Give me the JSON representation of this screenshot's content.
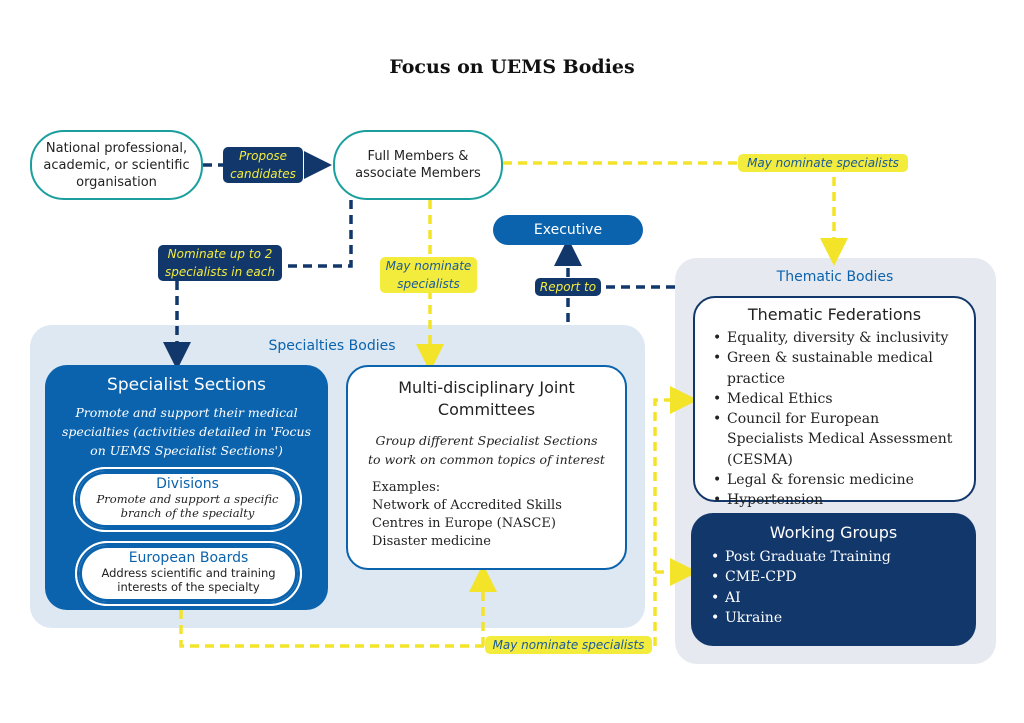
{
  "title": "Focus on UEMS Bodies",
  "colors": {
    "teal": "#1a9e9e",
    "navy": "#12376b",
    "blue": "#0b63ad",
    "yellow": "#f3ec3c",
    "specialties_bg": "#dde8f3",
    "thematic_bg": "#e6e9ef"
  },
  "national": "National professional, academic, or scientific organisation",
  "members": "Full Members & associate Members",
  "executive": "Executive",
  "labels": {
    "propose": "Propose candidates",
    "nominate_up_to": "Nominate up to 2 specialists in each",
    "may_nominate_mid": "May nominate specialists",
    "may_nominate_right": "May nominate specialists",
    "report_to": "Report to",
    "may_nominate_bottom": "May nominate specialists"
  },
  "specialties": {
    "title": "Specialties Bodies",
    "sections": {
      "title": "Specialist Sections",
      "desc": "Promote and support their medical specialties (activities detailed in 'Focus on UEMS Specialist Sections')",
      "divisions": {
        "title": "Divisions",
        "desc": "Promote and support a specific branch of the specialty"
      },
      "boards": {
        "title": "European Boards",
        "desc": "Address scientific and training interests of the specialty"
      }
    },
    "mjc": {
      "title": "Multi-disciplinary Joint Committees",
      "desc": "Group different Specialist Sections to work on common topics of interest",
      "examples_label": "Examples:",
      "examples": [
        "Network of Accredited Skills Centres in Europe (NASCE)",
        "Disaster medicine"
      ]
    }
  },
  "thematic": {
    "title": "Thematic Bodies",
    "federations": {
      "title": "Thematic Federations",
      "items": [
        "Equality, diversity & inclusivity",
        "Green & sustainable medical practice",
        "Medical Ethics",
        "Council for European Specialists Medical Assessment (CESMA)",
        "Legal & forensic medicine",
        "Hypertension"
      ]
    },
    "working_groups": {
      "title": "Working Groups",
      "items": [
        "Post Graduate Training",
        "CME-CPD",
        "AI",
        "Ukraine"
      ]
    }
  }
}
